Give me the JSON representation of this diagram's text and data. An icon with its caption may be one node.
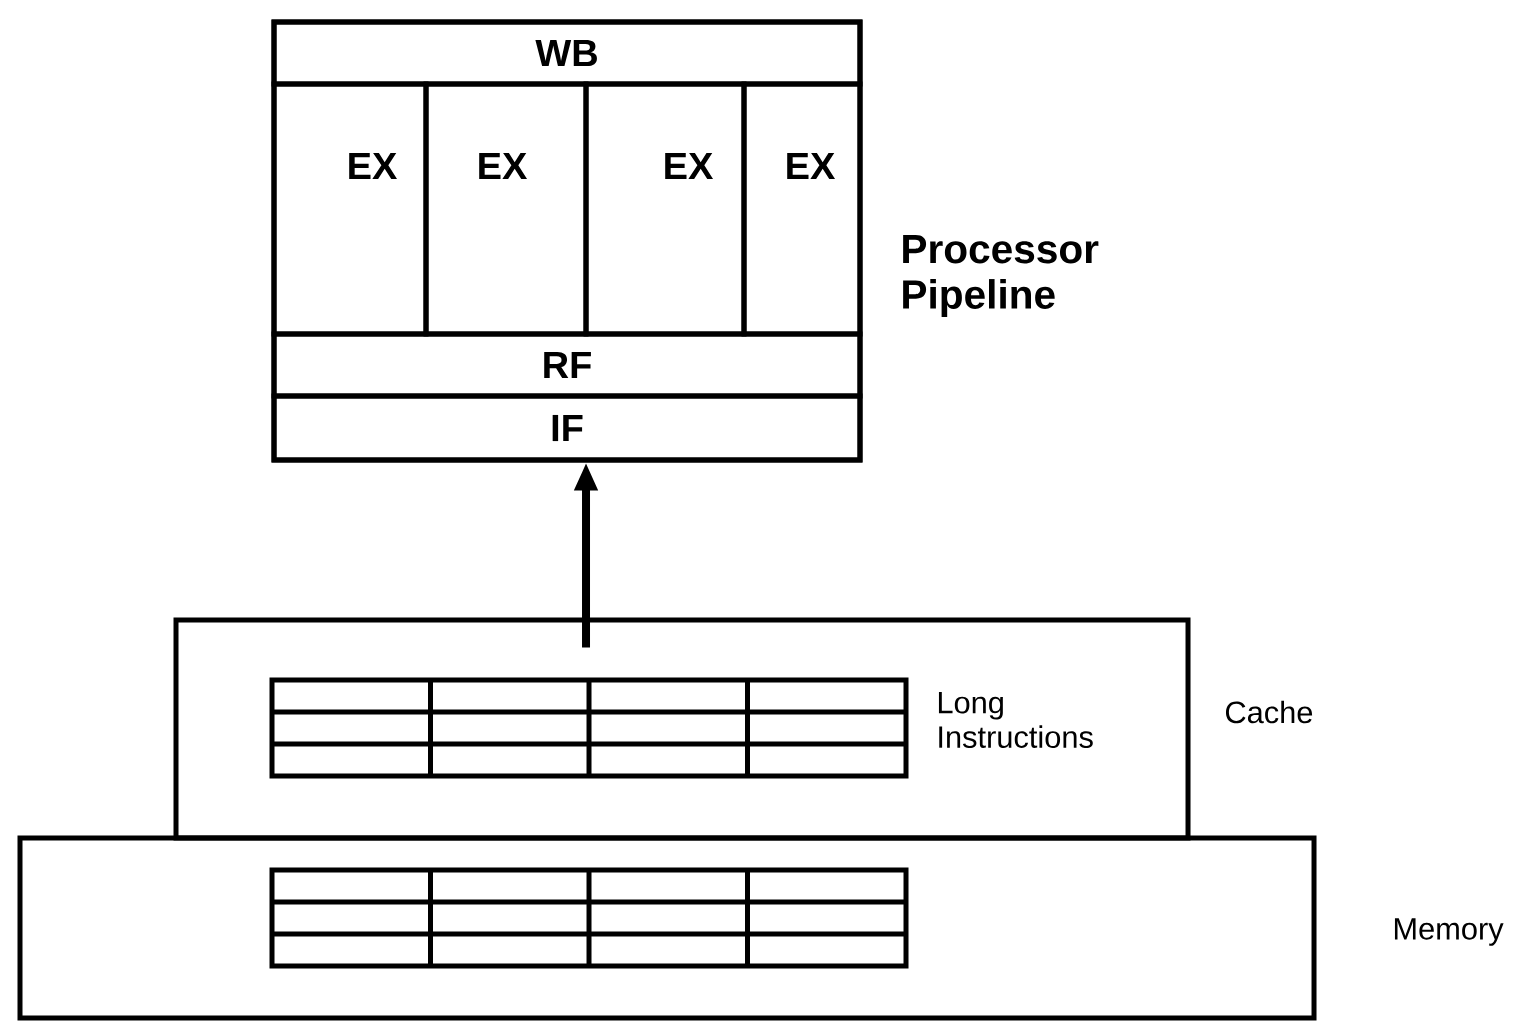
{
  "diagram": {
    "nodes": [
      {
        "text": [],
        "shape": "box",
        "beside": [
          "Processor Pipeline"
        ]
      },
      {
        "text": [
          "WB"
        ],
        "in": 0
      },
      {
        "text": [
          "EX"
        ],
        "in": 0
      },
      {
        "text": [
          "EX"
        ],
        "in": 0
      },
      {
        "text": [
          "EX"
        ],
        "in": 0
      },
      {
        "text": [
          "EX"
        ],
        "in": 0
      },
      {
        "text": [
          "RF"
        ],
        "in": 0
      },
      {
        "text": [
          "IF"
        ],
        "in": 0
      },
      {
        "text": [],
        "shape": "box",
        "beside": [
          "Cache"
        ]
      },
      {
        "text": [],
        "shape": "box",
        "in": 8,
        "beside": [
          "Long Instructions"
        ]
      },
      {
        "text": [],
        "shape": "box",
        "beside": [
          "Memory"
        ]
      },
      {
        "text": [],
        "shape": "box",
        "in": 10
      }
    ],
    "edges": [
      {
        "from": 8,
        "to": 7,
        "arrow": "to"
      }
    ]
  }
}
